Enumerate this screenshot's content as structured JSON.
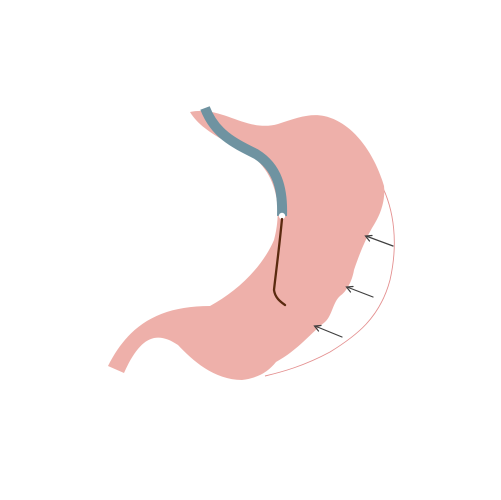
{
  "diagram": {
    "subject": "stomach-with-tube-and-sleeve-outline",
    "labels": [],
    "colors": {
      "background": "#ffffff",
      "stomach_fill": "#eeb0aa",
      "tube": "#6f93a1",
      "tube_tip": "#ffffff",
      "catheter": "#5a2a10",
      "outline": "#e49090",
      "arrows": "#3f3f3f"
    },
    "icons": [
      "stomach-shape",
      "tube",
      "catheter-wire",
      "arrow-left"
    ]
  }
}
